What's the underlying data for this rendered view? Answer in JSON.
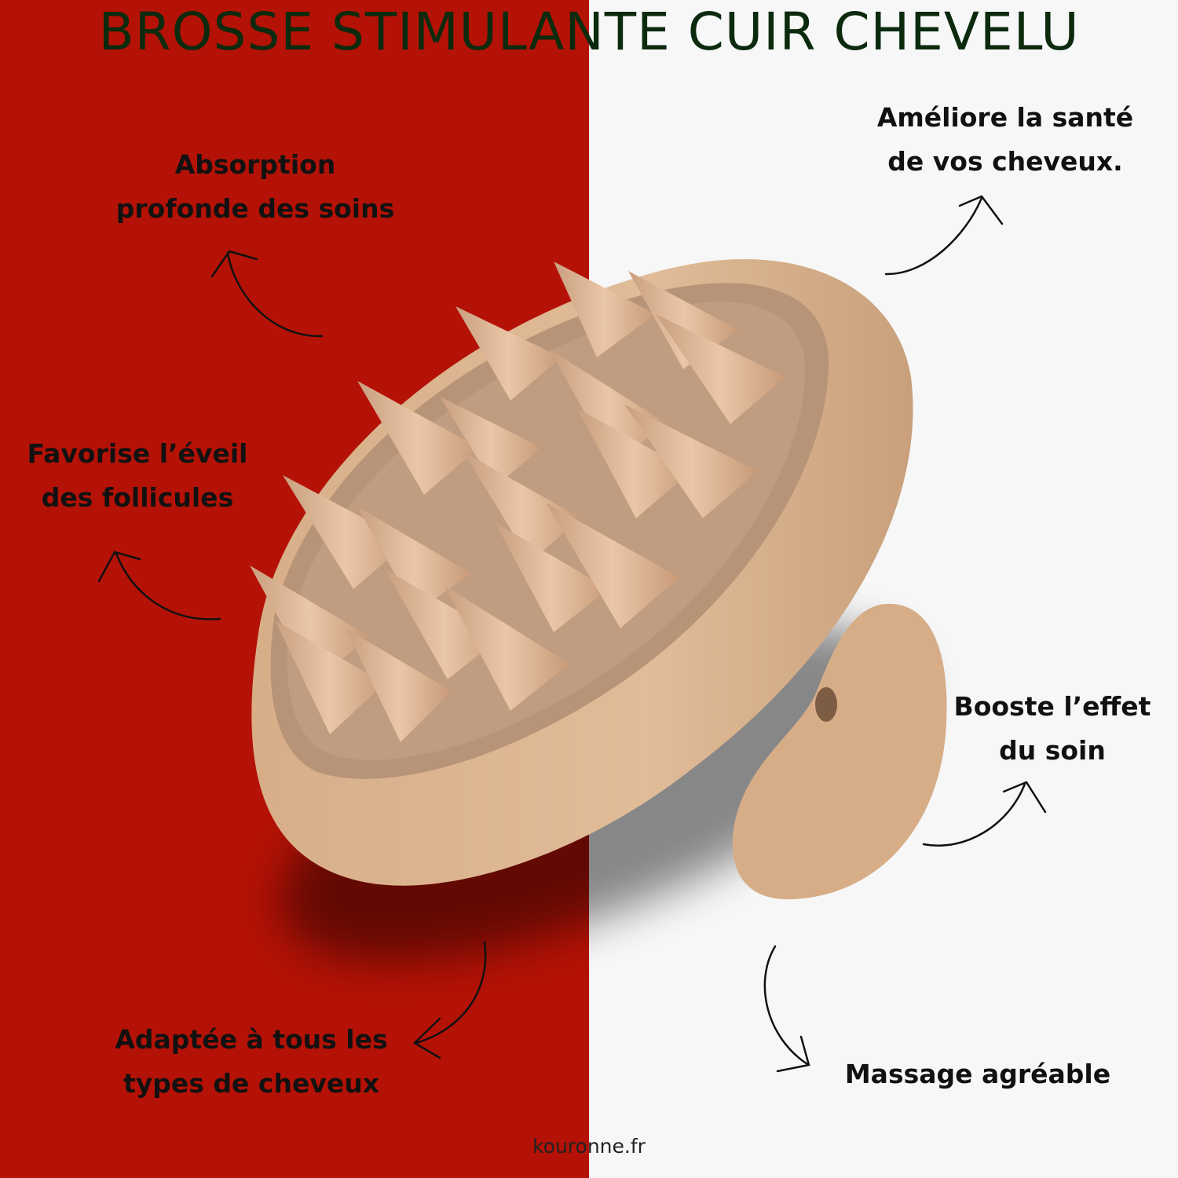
{
  "title": "BROSSE STIMULANTE CUIR CHEVELU",
  "features": {
    "top_left": [
      "Absorption",
      "profonde des soins"
    ],
    "top_right": [
      "Améliore la santé",
      "de vos cheveux."
    ],
    "mid_left": [
      "Favorise l’éveil",
      "des follicules"
    ],
    "mid_right": [
      "Booste l’effet",
      "du soin"
    ],
    "bottom_left": [
      "Adaptée à tous les",
      "types de cheveux"
    ],
    "bottom_right": [
      "Massage agréable"
    ]
  },
  "footer": "kouronne.fr",
  "product": {
    "name": "scalp-massager-brush-icon"
  },
  "colors": {
    "left_background": "#b41206",
    "right_background": "#f7f7f7",
    "title": "#0b2a0e",
    "brush": "#d9b08c"
  }
}
